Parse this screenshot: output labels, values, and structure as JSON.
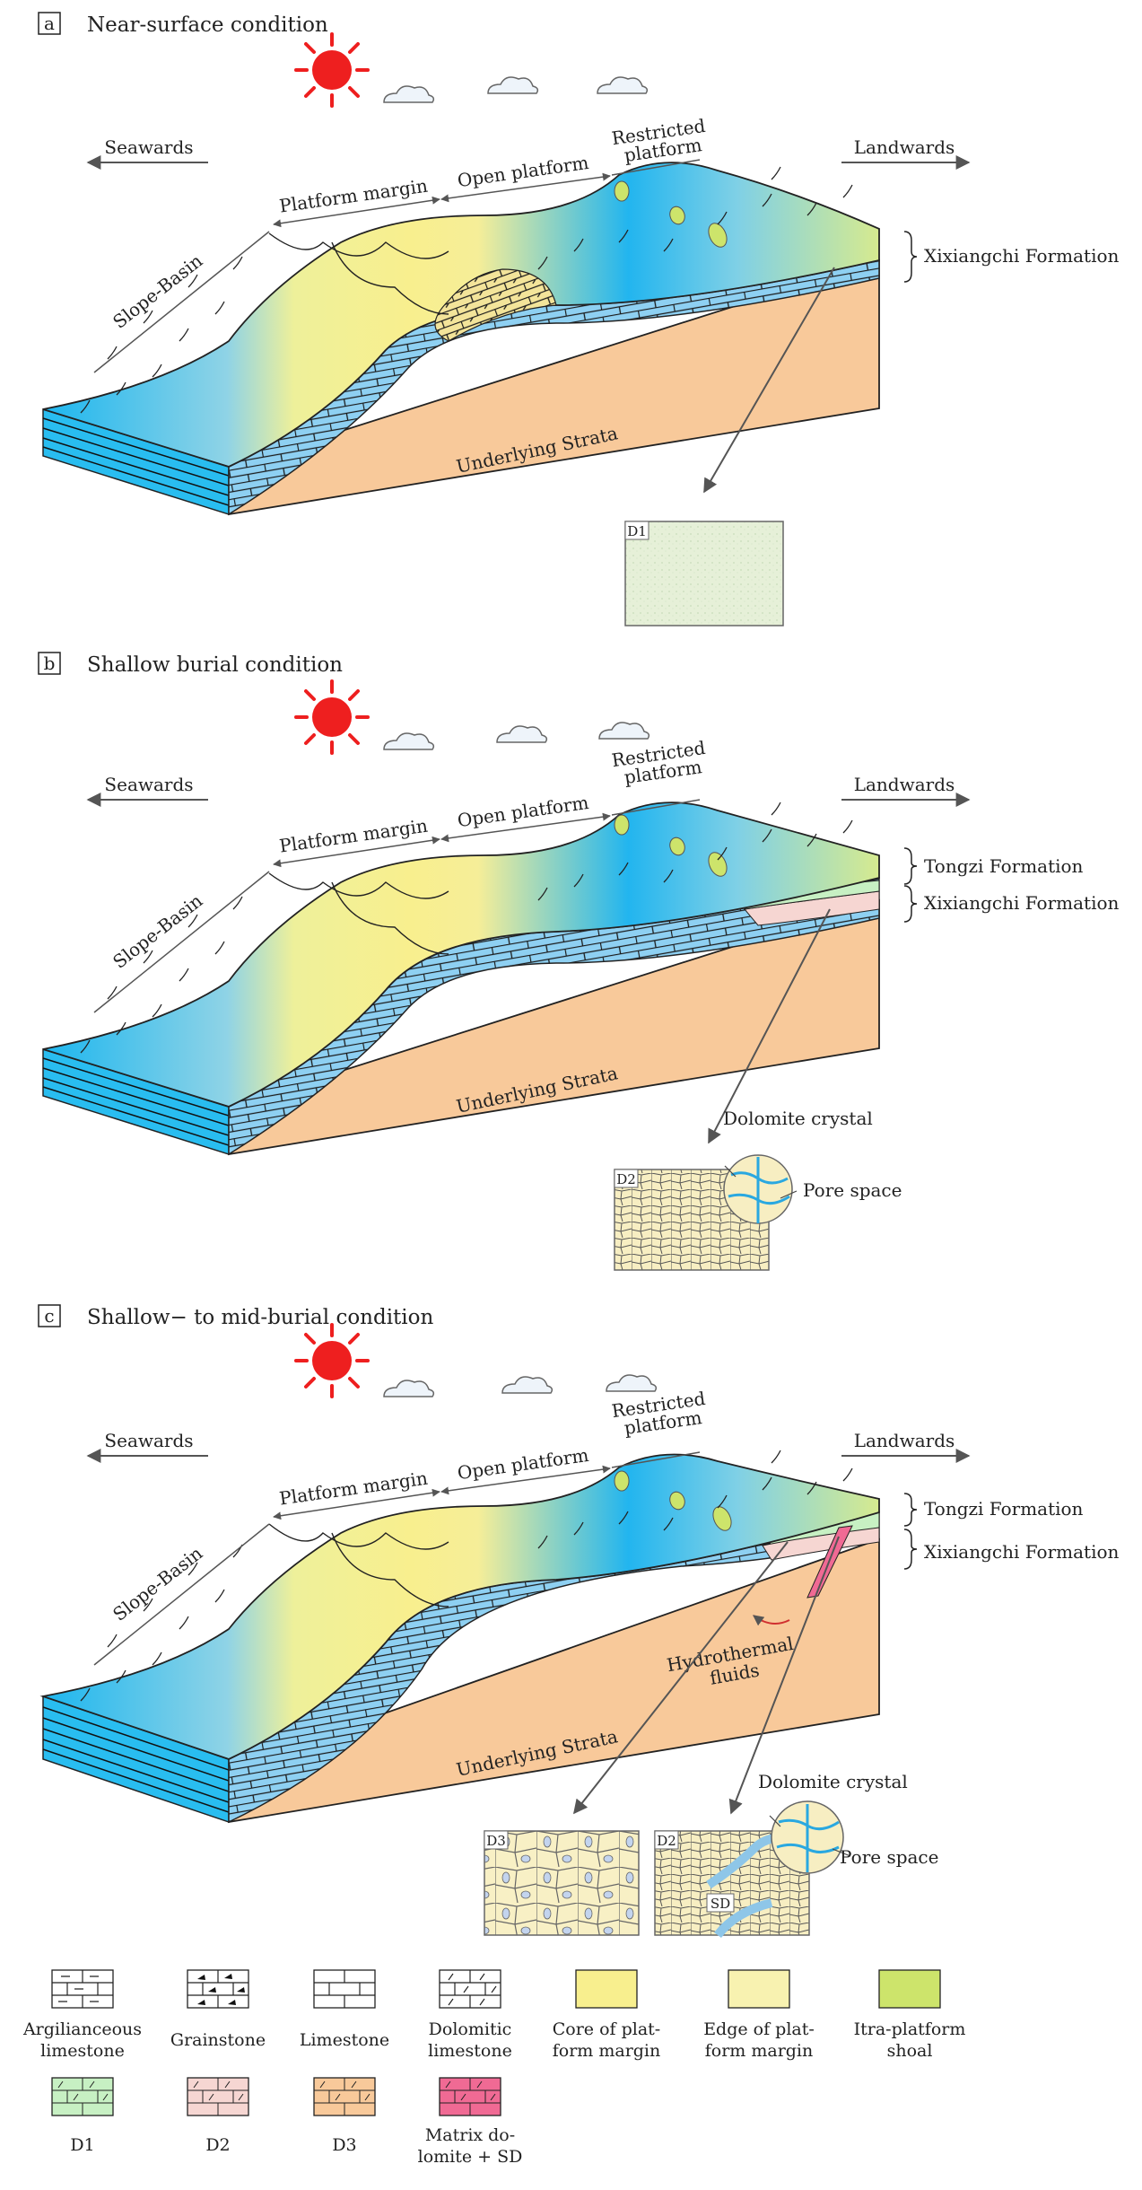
{
  "panels": [
    {
      "letter": "a",
      "title": "Near-surface condition",
      "seawards": "Seawards",
      "landwards": "Landwards",
      "platform_margin": "Platform margin",
      "open_platform": "Open platform",
      "restricted_1": "Restricted",
      "restricted_2": "platform",
      "slope_basin": "Slope-Basin",
      "underlying": "Underlying Strata",
      "formations": [
        "Xixiangchi Formation"
      ],
      "insets": [
        {
          "code": "D1"
        }
      ]
    },
    {
      "letter": "b",
      "title": "Shallow burial condition",
      "seawards": "Seawards",
      "landwards": "Landwards",
      "platform_margin": "Platform margin",
      "open_platform": "Open platform",
      "restricted_1": "Restricted",
      "restricted_2": "platform",
      "slope_basin": "Slope-Basin",
      "underlying": "Underlying Strata",
      "formations": [
        "Tongzi Formation",
        "Xixiangchi Formation"
      ],
      "insets": [
        {
          "code": "D2"
        }
      ],
      "callouts": [
        "Dolomite crystal",
        "Pore space"
      ]
    },
    {
      "letter": "c",
      "title": "Shallow− to mid-burial condition",
      "seawards": "Seawards",
      "landwards": "Landwards",
      "platform_margin": "Platform margin",
      "open_platform": "Open platform",
      "restricted_1": "Restricted",
      "restricted_2": "platform",
      "slope_basin": "Slope-Basin",
      "underlying": "Underlying Strata",
      "formations": [
        "Tongzi Formation",
        "Xixiangchi Formation"
      ],
      "hydro_1": "Hydrothermal",
      "hydro_2": "fluids",
      "insets": [
        {
          "code": "D3"
        },
        {
          "code": "D2"
        }
      ],
      "sd": "SD",
      "callouts": [
        "Dolomite crystal",
        "Pore space"
      ]
    }
  ],
  "legend": [
    {
      "l1": "Argilianceous",
      "l2": "limestone",
      "pattern": "argil"
    },
    {
      "l1": "Grainstone",
      "l2": "",
      "pattern": "grain"
    },
    {
      "l1": "Limestone",
      "l2": "",
      "pattern": "lime"
    },
    {
      "l1": "Dolomitic",
      "l2": "limestone",
      "pattern": "dolo"
    },
    {
      "l1": "Core of plat-",
      "l2": "form margin",
      "color": "#f8ef8e"
    },
    {
      "l1": "Edge of plat-",
      "l2": "form margin",
      "color": "#f8f2b0"
    },
    {
      "l1": "Itra-platform",
      "l2": "shoal",
      "color": "#cde46b"
    },
    {
      "l1": "D1",
      "l2": "",
      "color": "#c7f0c3"
    },
    {
      "l1": "D2",
      "l2": "",
      "color": "#f6d6d2"
    },
    {
      "l1": "D3",
      "l2": "",
      "color": "#f8c99a"
    },
    {
      "l1": "Matrix do-",
      "l2": "lomite + SD",
      "color": "#f06a94"
    }
  ],
  "colors": {
    "sea": "#29bdf0",
    "yellow": "#f8ef8e",
    "brick": "#8ed0f2",
    "strata": "#f8c99a",
    "shoal": "#cde46b",
    "d1": "#c7f0c3",
    "d2": "#f6d6d2",
    "hydro": "#f06a94",
    "sun": "#ee1f1f"
  }
}
